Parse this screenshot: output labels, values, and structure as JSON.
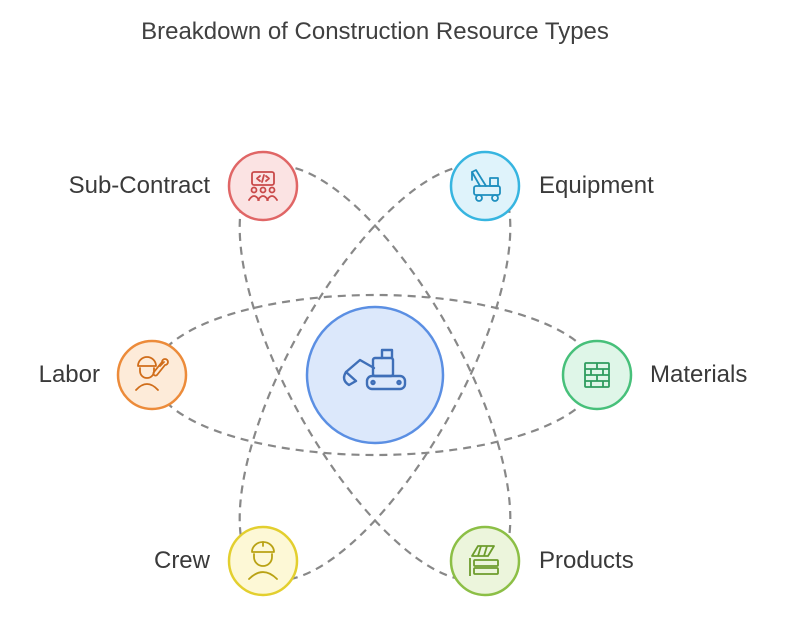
{
  "title": "Breakdown of Construction Resource Types",
  "center": {
    "icon": "excavator-icon",
    "fill": "#dce8fb",
    "stroke": "#5b8fe3"
  },
  "nodes": {
    "sub_contract": {
      "label": "Sub-Contract",
      "icon": "team-contract-icon",
      "fill": "#fbe3e3",
      "stroke": "#e06666"
    },
    "equipment": {
      "label": "Equipment",
      "icon": "crane-truck-icon",
      "fill": "#dff3fb",
      "stroke": "#37b5e0"
    },
    "labor": {
      "label": "Labor",
      "icon": "worker-wrench-icon",
      "fill": "#fdebd9",
      "stroke": "#ec8b3a"
    },
    "materials": {
      "label": "Materials",
      "icon": "bricks-icon",
      "fill": "#dff6e8",
      "stroke": "#47c07a"
    },
    "crew": {
      "label": "Crew",
      "icon": "hardhat-worker-icon",
      "fill": "#fdf8d6",
      "stroke": "#e3cf2f"
    },
    "products": {
      "label": "Products",
      "icon": "product-stack-icon",
      "fill": "#ecf5dc",
      "stroke": "#8cbf46"
    }
  },
  "line_color": "#888888"
}
